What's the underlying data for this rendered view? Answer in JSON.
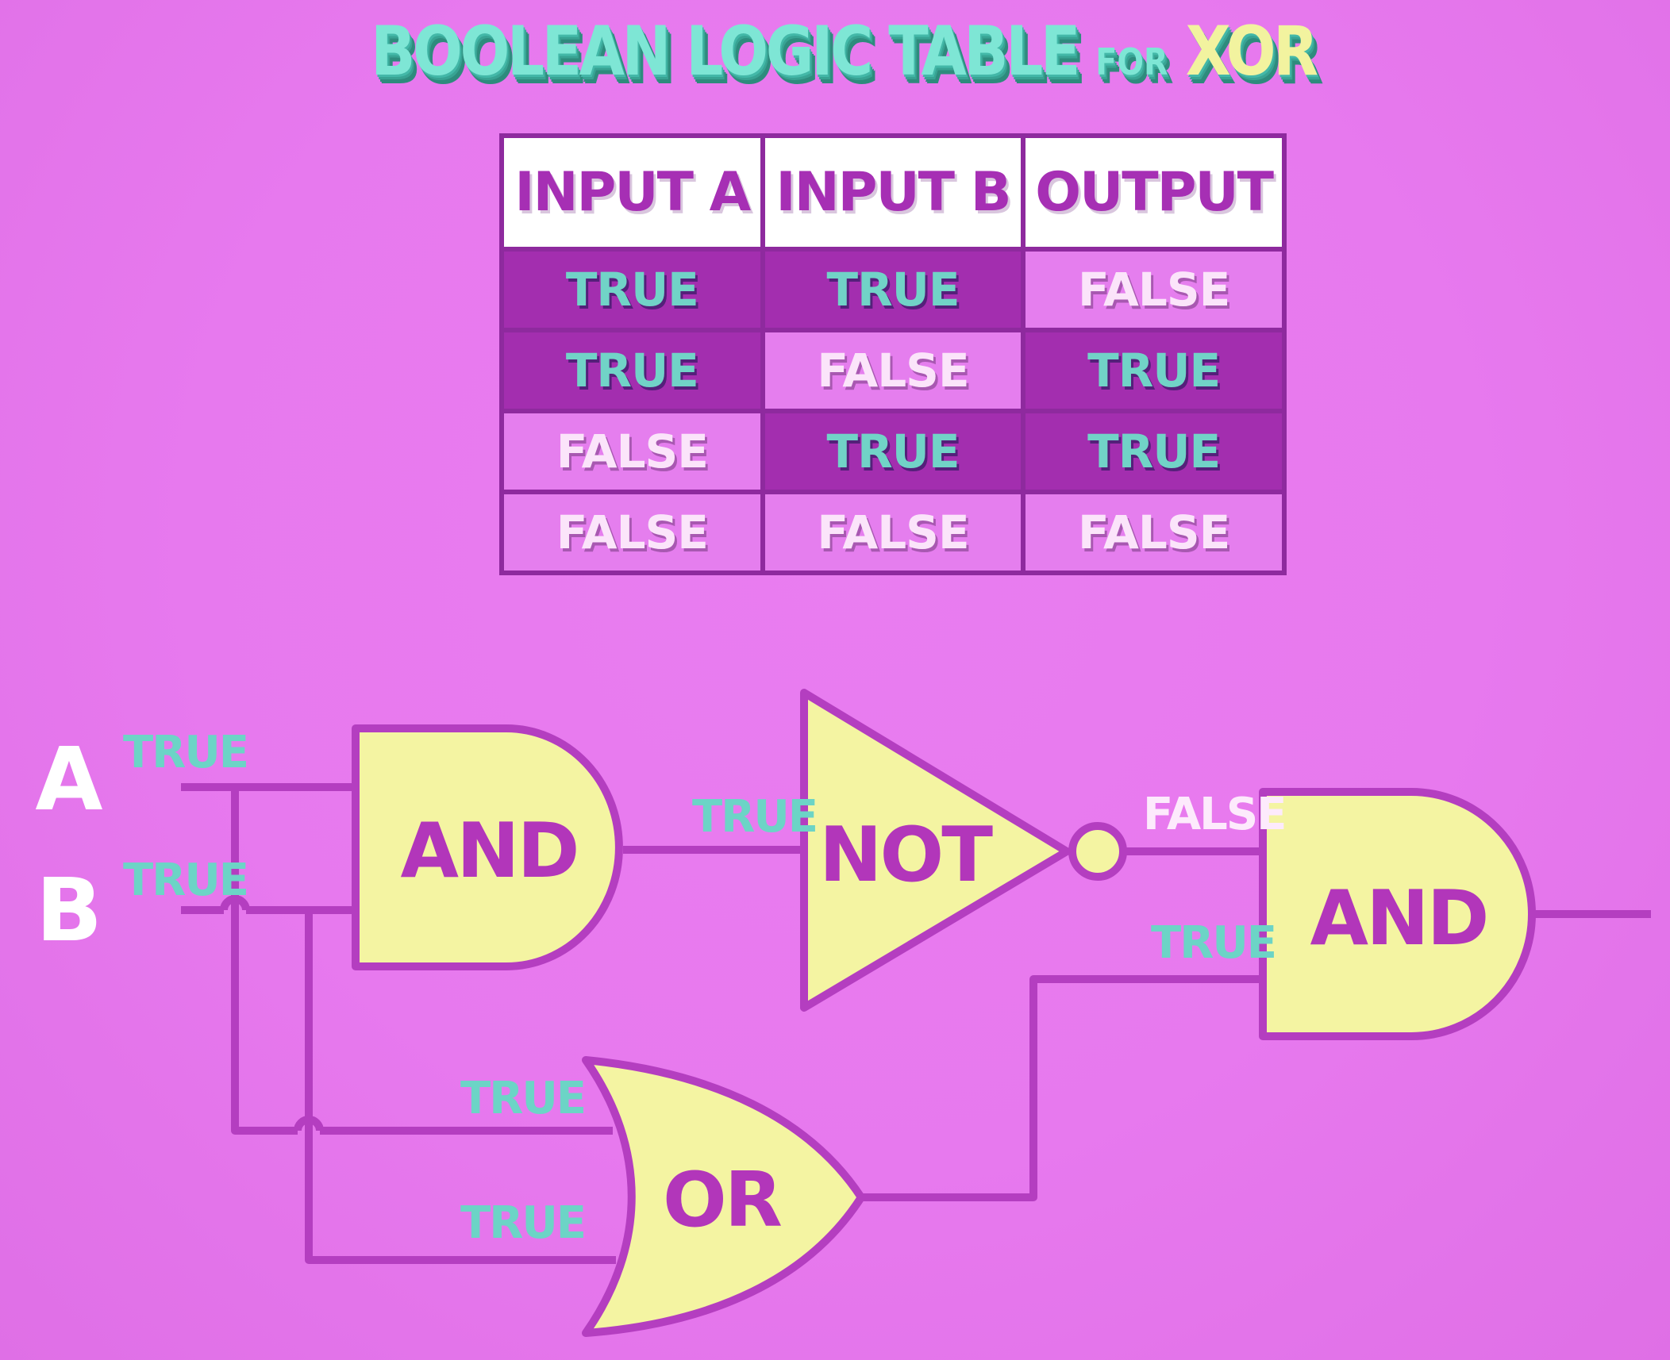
{
  "title": {
    "main": "BOOLEAN LOGIC TABLE",
    "for": "FOR",
    "gate": "XOR"
  },
  "table": {
    "headers": [
      "INPUT A",
      "INPUT B",
      "OUTPUT"
    ],
    "rows": [
      [
        "TRUE",
        "TRUE",
        "FALSE"
      ],
      [
        "TRUE",
        "FALSE",
        "TRUE"
      ],
      [
        "FALSE",
        "TRUE",
        "TRUE"
      ],
      [
        "FALSE",
        "FALSE",
        "FALSE"
      ]
    ]
  },
  "circuit": {
    "inputs": {
      "a": "A",
      "b": "B"
    },
    "gates": {
      "and_1": "AND",
      "not": "NOT",
      "or": "OR",
      "and_2": "AND"
    },
    "wire_labels": {
      "a_in": "TRUE",
      "b_in": "TRUE",
      "and_1_out": "TRUE",
      "not_out": "FALSE",
      "or_out": "TRUE",
      "or_in_1": "TRUE",
      "or_in_2": "TRUE"
    }
  },
  "colors": {
    "background": "#e779ee",
    "gate_fill": "#f4f4a2",
    "gate_stroke": "#b43ec0",
    "wire": "#b43ec0",
    "true_text": "#6cd4c6",
    "false_text": "#fdeafc",
    "table_dark": "#a32eaf",
    "table_light": "#e57eee",
    "title_teal": "#7ee6d5",
    "title_yellow": "#f2f39f"
  }
}
